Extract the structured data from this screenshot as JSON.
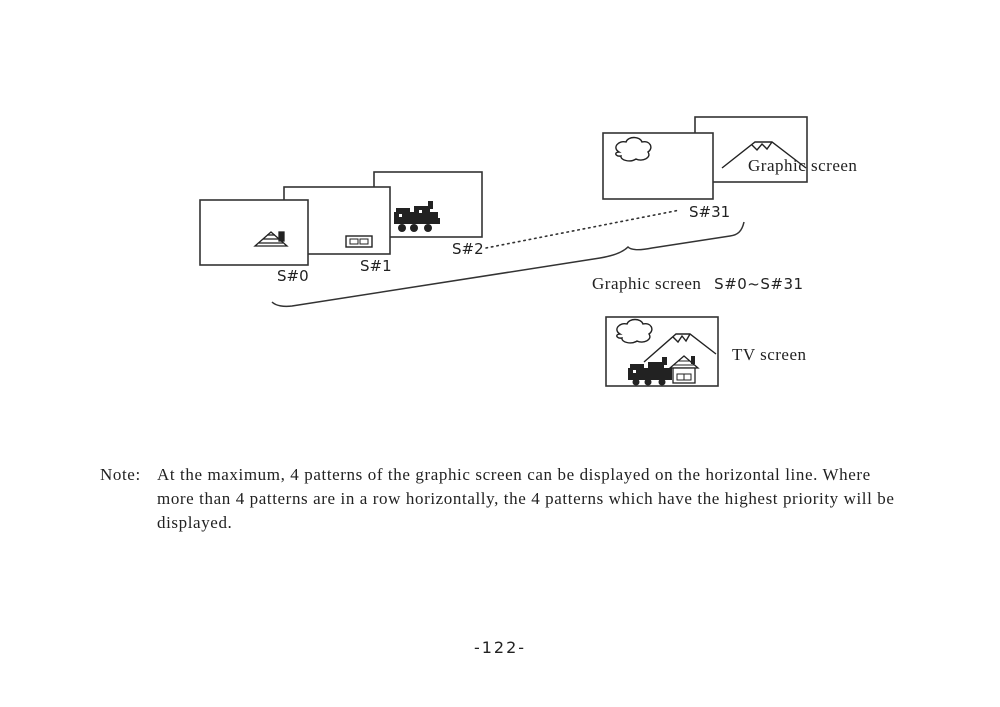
{
  "diagram": {
    "sprite_labels": {
      "s0": "S#0",
      "s1": "S#1",
      "s2": "S#2",
      "s31": "S#31"
    },
    "graphic_screen_label": "Graphic screen",
    "range_caption": {
      "text": "Graphic screen",
      "range": "S#0~S#31"
    },
    "tv_screen_label": "TV screen"
  },
  "note": {
    "label": "Note:",
    "text": "At the maximum, 4 patterns of the graphic screen can be displayed on the horizontal line. Where more than 4 patterns are in a row horizontally, the 4 patterns which have the highest priority will be displayed."
  },
  "page_number": "-122-"
}
